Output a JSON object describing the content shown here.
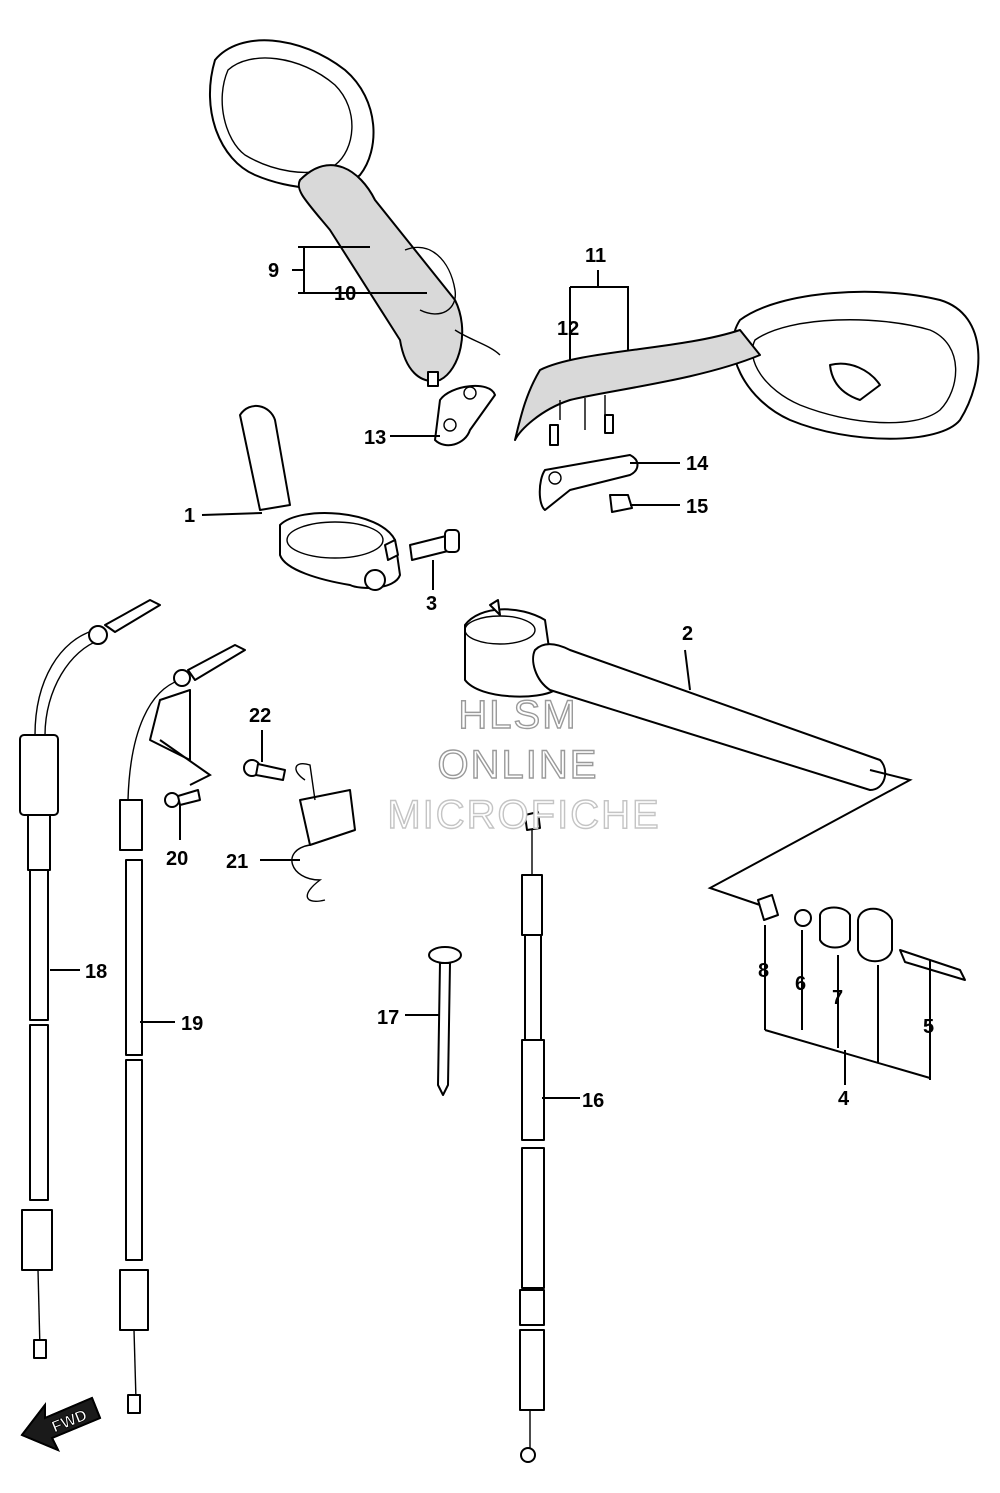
{
  "watermark": {
    "line1": "HLSM",
    "line2": "ONLINE",
    "line3": "MICROFICHE"
  },
  "direction_label": "FWD",
  "callouts": [
    "1",
    "2",
    "3",
    "4",
    "5",
    "6",
    "7",
    "8",
    "9",
    "10",
    "11",
    "12",
    "13",
    "14",
    "15",
    "16",
    "17",
    "18",
    "19",
    "20",
    "21",
    "22"
  ]
}
